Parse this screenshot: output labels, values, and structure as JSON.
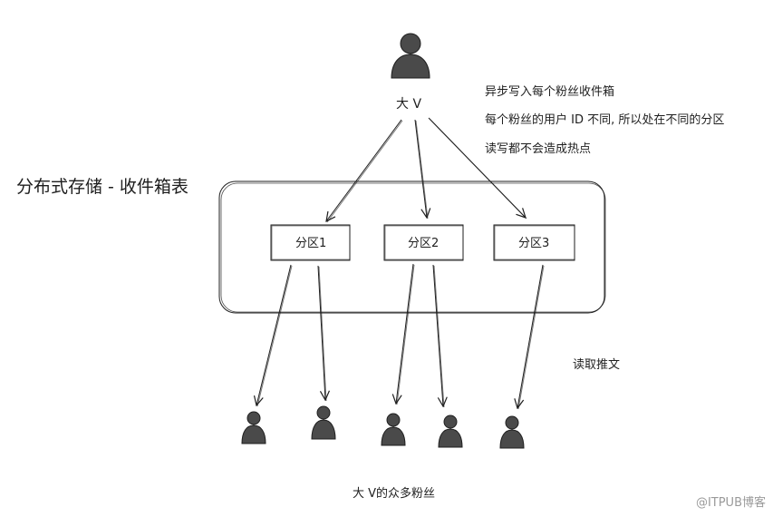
{
  "title": "分布式存储 - 收件箱表",
  "celebrity": {
    "label": "大 V"
  },
  "notes": [
    "异步写入每个粉丝收件箱",
    "每个粉丝的用户 ID 不同, 所以处在不同的分区",
    "读写都不会造成热点"
  ],
  "partitions": [
    "分区1",
    "分区2",
    "分区3"
  ],
  "read_label": "读取推文",
  "followers_label": "大 V的众多粉丝",
  "watermark": "@ITPUB博客",
  "colors": {
    "stroke": "#1e1e1e",
    "person_fill": "#4a4a4a"
  },
  "icons": [
    "person-icon"
  ]
}
